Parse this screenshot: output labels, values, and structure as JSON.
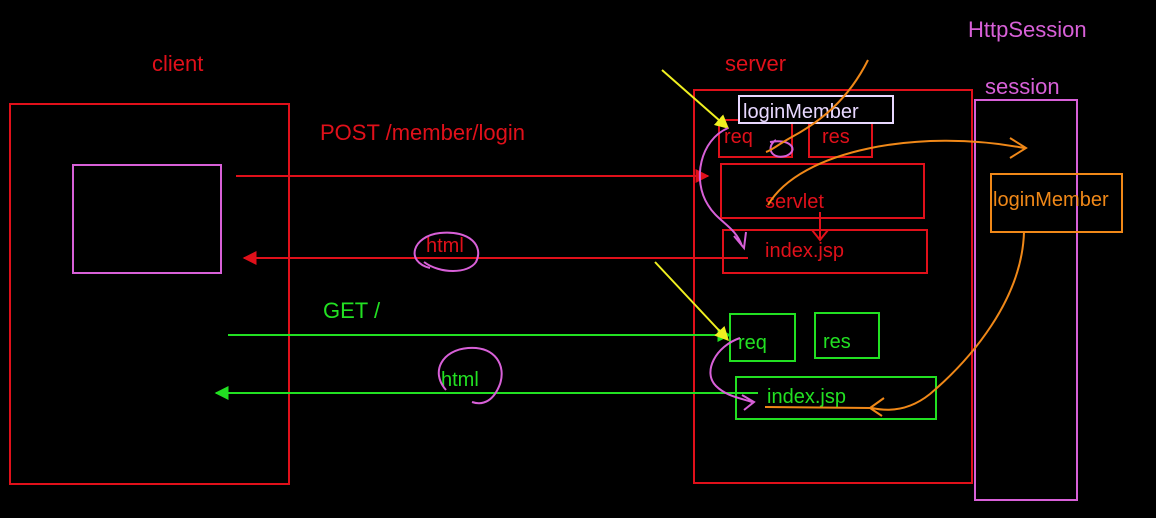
{
  "labels": {
    "client": "client",
    "server": "server",
    "http_session": "HttpSession",
    "session": "session",
    "post_request": "POST /member/login",
    "get_request": "GET /",
    "login_member_attr": "loginMember",
    "session_login_member": "loginMember",
    "req_1": "req",
    "res_1": "res",
    "servlet": "servlet",
    "index_jsp_1": "index.jsp",
    "html_1": "html",
    "req_2": "req",
    "res_2": "res",
    "index_jsp_2": "index.jsp",
    "html_2": "html"
  },
  "colors": {
    "background": "#000000",
    "red": "#e0101a",
    "green": "#22e022",
    "violet": "#d860d8",
    "lavender": "#e8d8ff",
    "yellow": "#f0f020",
    "orange": "#f08818"
  }
}
